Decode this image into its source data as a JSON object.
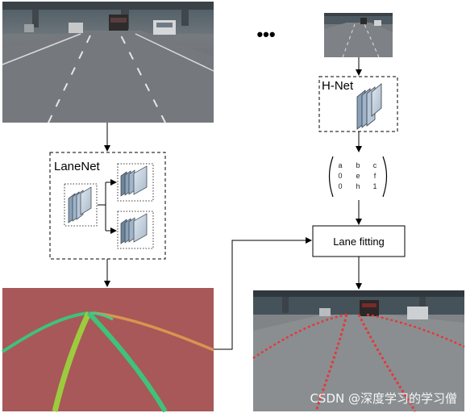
{
  "diagram": {
    "lanenet_label": "LaneNet",
    "hnet_label": "H-Net",
    "lane_fitting_label": "Lane fitting",
    "ellipsis": "•••",
    "matrix": {
      "rows": [
        [
          "a",
          "b",
          "c"
        ],
        [
          "0",
          "e",
          "f"
        ],
        [
          "0",
          "h",
          "1"
        ]
      ]
    },
    "watermark": "CSDN @深度学习的学习僧",
    "colors": {
      "segmentation_background": "#a85858",
      "lane_green": "#3fc27a",
      "lane_yellow_green": "#9ccc3e",
      "lane_orange": "#d99550",
      "fitted_lane_red": "#e23a3a",
      "road_gray": "#8a8e91"
    }
  }
}
